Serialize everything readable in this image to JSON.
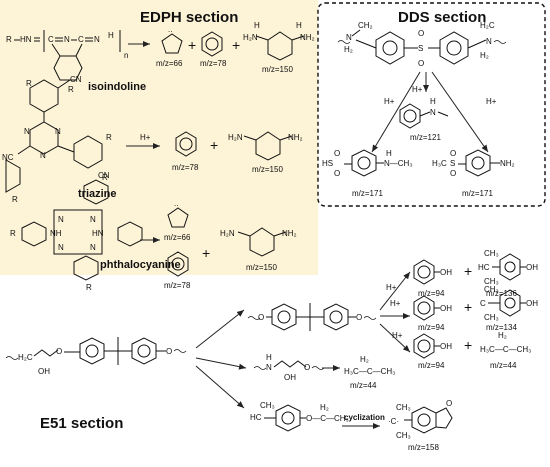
{
  "sections": {
    "edph_title": "EDPH section",
    "dds_title": "DDS section",
    "e51_title": "E51 section"
  },
  "compounds": {
    "isoindoline": "isoindoline",
    "triazine": "triazine",
    "phthalocyanine": "phthalocyanine"
  },
  "mz": {
    "pyrrole_1": "m/z=66",
    "benzene_1": "m/z=78",
    "diamine_1": "m/z=150",
    "benzene_2": "m/z=78",
    "diamine_2": "m/z=150",
    "pyrrole_2": "m/z=66",
    "diamine_3": "m/z=150",
    "benzene_3": "m/z=78",
    "dimethylaniline": "m/z=121",
    "sulfone_left": "m/z=171",
    "sulfone_right": "m/z=171",
    "phenol_1": "m/z=94",
    "isopropylphenol": "m/z=136",
    "phenol_2": "m/z=94",
    "isopropenylphenol": "m/z=134",
    "phenol_3": "m/z=94",
    "propane": "m/z=44",
    "ethane_amine": "m/z=44",
    "benzofuran": "m/z=158"
  },
  "reagents": {
    "h_triazine": "H+",
    "h_dds_1": "H+",
    "h_dds_2": "H+",
    "h_dds_3": "H+",
    "h_e51_1": "H+",
    "h_e51_2": "H+",
    "h_e51_3": "H+",
    "cyclization": "cyclization"
  },
  "colors": {
    "edph_background": "#fdf3d6",
    "dds_border": "#111111"
  }
}
